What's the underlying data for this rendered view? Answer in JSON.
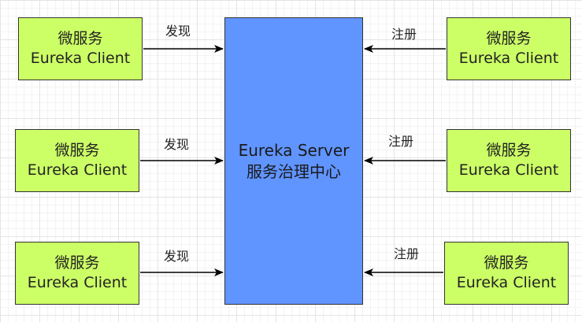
{
  "server": {
    "line1": "Eureka Server",
    "line2": "服务治理中心"
  },
  "clients": [
    {
      "line1": "微服务",
      "line2": "Eureka Client"
    },
    {
      "line1": "微服务",
      "line2": "Eureka Client"
    },
    {
      "line1": "微服务",
      "line2": "Eureka Client"
    },
    {
      "line1": "微服务",
      "line2": "Eureka Client"
    },
    {
      "line1": "微服务",
      "line2": "Eureka Client"
    },
    {
      "line1": "微服务",
      "line2": "Eureka Client"
    }
  ],
  "edges": [
    {
      "label": "发现"
    },
    {
      "label": "发现"
    },
    {
      "label": "发现"
    },
    {
      "label": "注册"
    },
    {
      "label": "注册"
    },
    {
      "label": "注册"
    }
  ],
  "colors": {
    "client_fill": "#ccff66",
    "server_fill": "#6094ff",
    "stroke": "#333333"
  }
}
